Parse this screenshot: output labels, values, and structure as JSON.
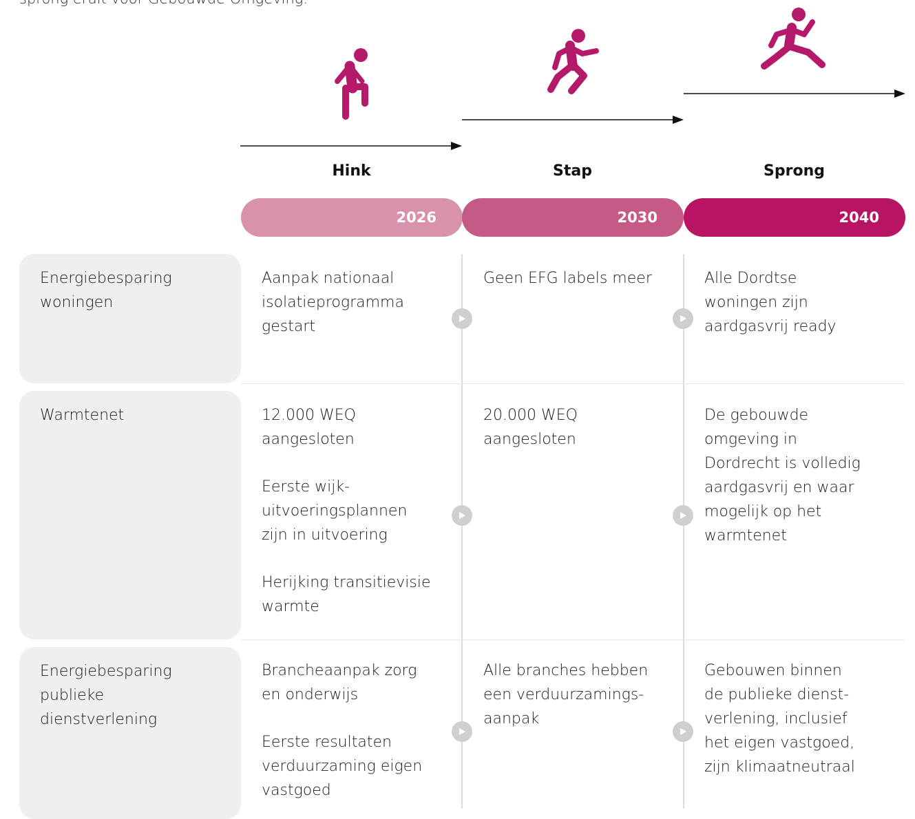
{
  "intro": "sprong eruit voor Gebouwde Omgeving.",
  "stages": [
    {
      "label": "Hink",
      "year": "2026",
      "figure": "standing-person-icon",
      "color": "#d892ac"
    },
    {
      "label": "Stap",
      "year": "2030",
      "figure": "walking-person-icon",
      "color": "#c45a85"
    },
    {
      "label": "Sprong",
      "year": "2040",
      "figure": "jumping-person-icon",
      "color": "#b81464"
    }
  ],
  "figure_color": "#b5196a",
  "rows": [
    {
      "label": "Energiebesparing\nwoningen",
      "cells": [
        [
          "Aanpak nationaal\nisolatieprogramma\ngestart"
        ],
        [
          "Geen EFG labels meer"
        ],
        [
          "Alle Dordtse\nwoningen zijn\naardgasvrij ready"
        ]
      ]
    },
    {
      "label": "Warmtenet",
      "cells": [
        [
          "12.000 WEQ\naangesloten",
          "Eerste wijk-\nuitvoeringsplannen\nzijn in uitvoering",
          "Herijking transitievisie\nwarmte"
        ],
        [
          "20.000 WEQ\naangesloten"
        ],
        [
          "De gebouwde\nomgeving in\nDordrecht is volledig\naardgasvrij en waar\nmogelijk op het\nwarmtenet"
        ]
      ]
    },
    {
      "label": "Energiebesparing\npublieke\ndienstverlening",
      "cells": [
        [
          "Brancheaanpak zorg\nen onderwijs",
          "Eerste resultaten\nverduurzaming eigen\nvastgoed"
        ],
        [
          "Alle branches hebben\neen verduurzamings-\naanpak"
        ],
        [
          "Gebouwen binnen\nde publieke dienst-\nverlening, inclusief\nhet eigen vastgoed,\nzijn klimaatneutraal"
        ]
      ]
    }
  ]
}
